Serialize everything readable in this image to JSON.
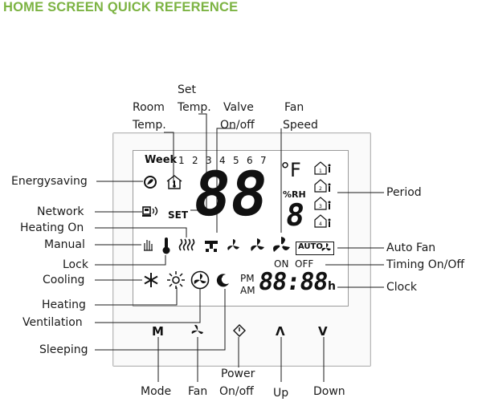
{
  "heading": "HOME SCREEN QUICK REFERENCE",
  "callouts": {
    "set_temp": [
      "Set",
      "Temp."
    ],
    "room_temp": [
      "Room",
      "Temp."
    ],
    "valve": [
      "Valve",
      "On/off"
    ],
    "fan_speed": [
      "Fan",
      "Speed"
    ],
    "energysaving": "Energysaving",
    "network": "Network",
    "heating_on": "Heating On",
    "manual": "Manual",
    "lock": "Lock",
    "cooling": "Cooling",
    "heating": "Heating",
    "ventilation": "Ventilation",
    "sleeping": "Sleeping",
    "period": "Period",
    "auto_fan": "Auto Fan",
    "timing": "Timing On/Off",
    "clock": "Clock",
    "mode": "Mode",
    "fan": "Fan",
    "power": [
      "Power",
      "On/off"
    ],
    "up": "Up",
    "down": "Down"
  },
  "screen": {
    "week": "Week",
    "days": [
      "1",
      "2",
      "3",
      "4",
      "5",
      "6",
      "7"
    ],
    "set": "SET",
    "big_temp": "88",
    "unit": "°F",
    "rh": "%RH",
    "small_digit": "8",
    "auto_label": "AUTO",
    "on": "ON",
    "off": "OFF",
    "pm": "PM",
    "am": "AM",
    "clock": "88:88",
    "h": "h"
  },
  "buttons": {
    "mode": "M",
    "up": "Λ",
    "down": "V"
  },
  "icons": {
    "energysaving": "leaf-circle-icon",
    "room": "house-thermometer-icon",
    "network": "network-icon",
    "manual": "hand-icon",
    "lock": "thermometer-lock-icon",
    "heating_on": "heat-waves-icon",
    "valve": "valve-icon",
    "fan_speed": "fan-icon",
    "cooling": "snowflake-icon",
    "heating": "sun-icon",
    "ventilation": "ventilation-icon",
    "sleeping": "moon-icon",
    "period": "house-period-icon",
    "fan_button": "fan-button-icon",
    "power": "power-icon"
  }
}
